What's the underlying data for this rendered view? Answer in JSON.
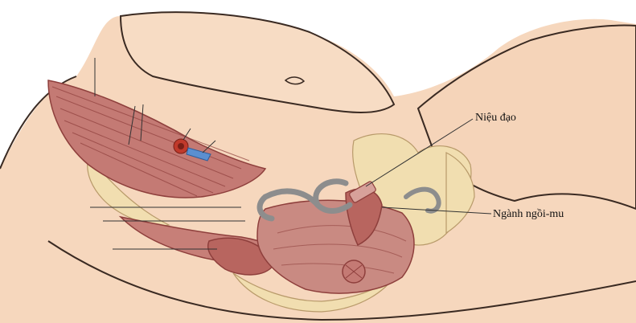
{
  "labels": {
    "urethra": "Niệu đạo",
    "ischiopubic_ramus": "Ngành ngồi-mu"
  },
  "colors": {
    "skin": "#f6d7bd",
    "skin_outline": "#3a2a22",
    "bone": "#f1deb0",
    "muscle": "#c47a74",
    "muscle_dark": "#8e3f3c",
    "sling": "#9b9b9b",
    "vessel_blue": "#5b8fd0",
    "vessel_red": "#c0392b"
  },
  "icons": [
    "sling-mesh",
    "retractor-hook"
  ]
}
